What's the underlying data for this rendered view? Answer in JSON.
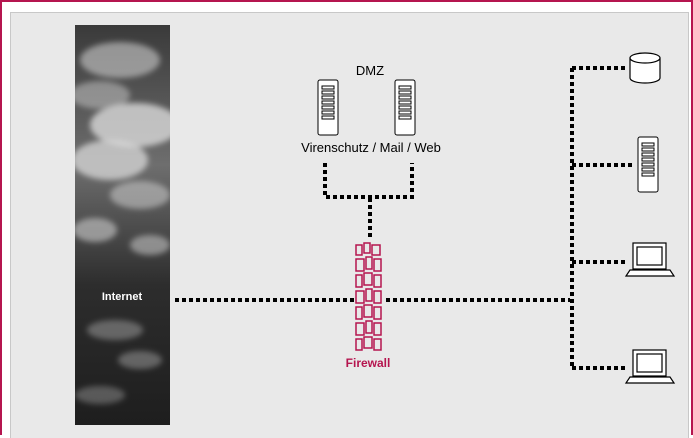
{
  "labels": {
    "dmz": "DMZ",
    "servers": "Virenschutz / Mail / Web",
    "internet": "Internet",
    "firewall": "Firewall"
  },
  "colors": {
    "accent": "#b5154f",
    "panel": "#e9e9e9",
    "line": "#000000"
  },
  "icons": {
    "dmz_servers": [
      "server-icon",
      "server-icon"
    ],
    "internal_nodes": [
      "database-icon",
      "server-icon",
      "laptop-icon",
      "laptop-icon"
    ],
    "firewall": "brick-wall-icon",
    "internet": "clouds-image"
  }
}
